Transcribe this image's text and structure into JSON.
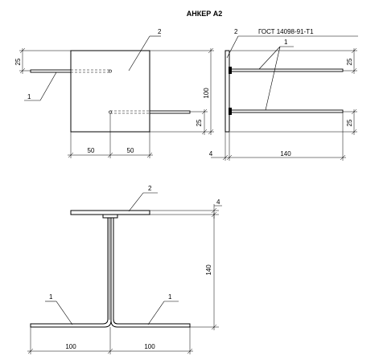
{
  "title": "АНКЕР А2",
  "gost": "ГОСТ 14098-91-Т1",
  "front_view": {
    "callout_plate": "2",
    "callout_rod": "1",
    "dim_top": "25",
    "dim_height": "100",
    "dim_bottom": "25",
    "dim_left": "50",
    "dim_right": "50"
  },
  "side_view": {
    "callout_plate": "2",
    "callout_rod": "1",
    "dim_top": "25",
    "dim_bottom": "25",
    "dim_thickness": "4",
    "dim_length": "140"
  },
  "section_view": {
    "callout_plate": "2",
    "callout_rod_left": "1",
    "callout_rod_right": "1",
    "dim_thickness": "4",
    "dim_height": "140",
    "dim_left": "100",
    "dim_right": "100"
  }
}
